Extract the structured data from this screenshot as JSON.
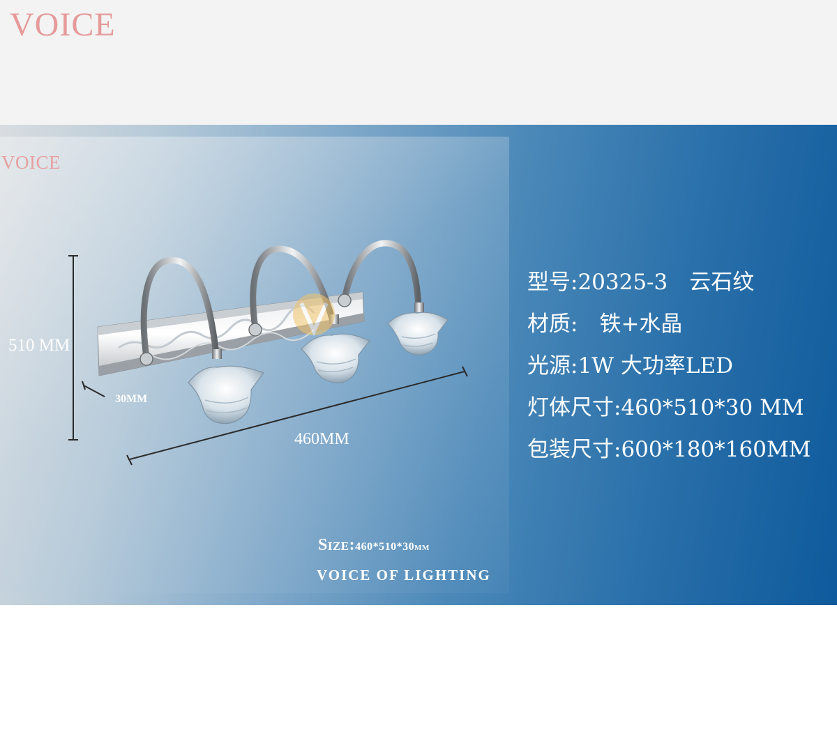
{
  "header": {
    "brand": "VOICE"
  },
  "photo": {
    "brand": "VOICE",
    "dimensions": {
      "height_label": "510 MM",
      "depth_label": "30MM",
      "width_label": "460MM"
    },
    "size_prefix": "Size:",
    "size_value": "460*510*30mm",
    "tagline": "VOICE OF LIGHTING"
  },
  "specs": [
    "型号:20325-3　云石纹",
    "材质:　铁+水晶",
    "光源:1W 大功率LED",
    "灯体尺寸:460*510*30 MM",
    "包装尺寸:600*180*160MM"
  ],
  "colors": {
    "brand_pink": "#e69a9a",
    "top_band": "#f3f3f3",
    "banner_dark_blue": "#0e5a9c"
  }
}
